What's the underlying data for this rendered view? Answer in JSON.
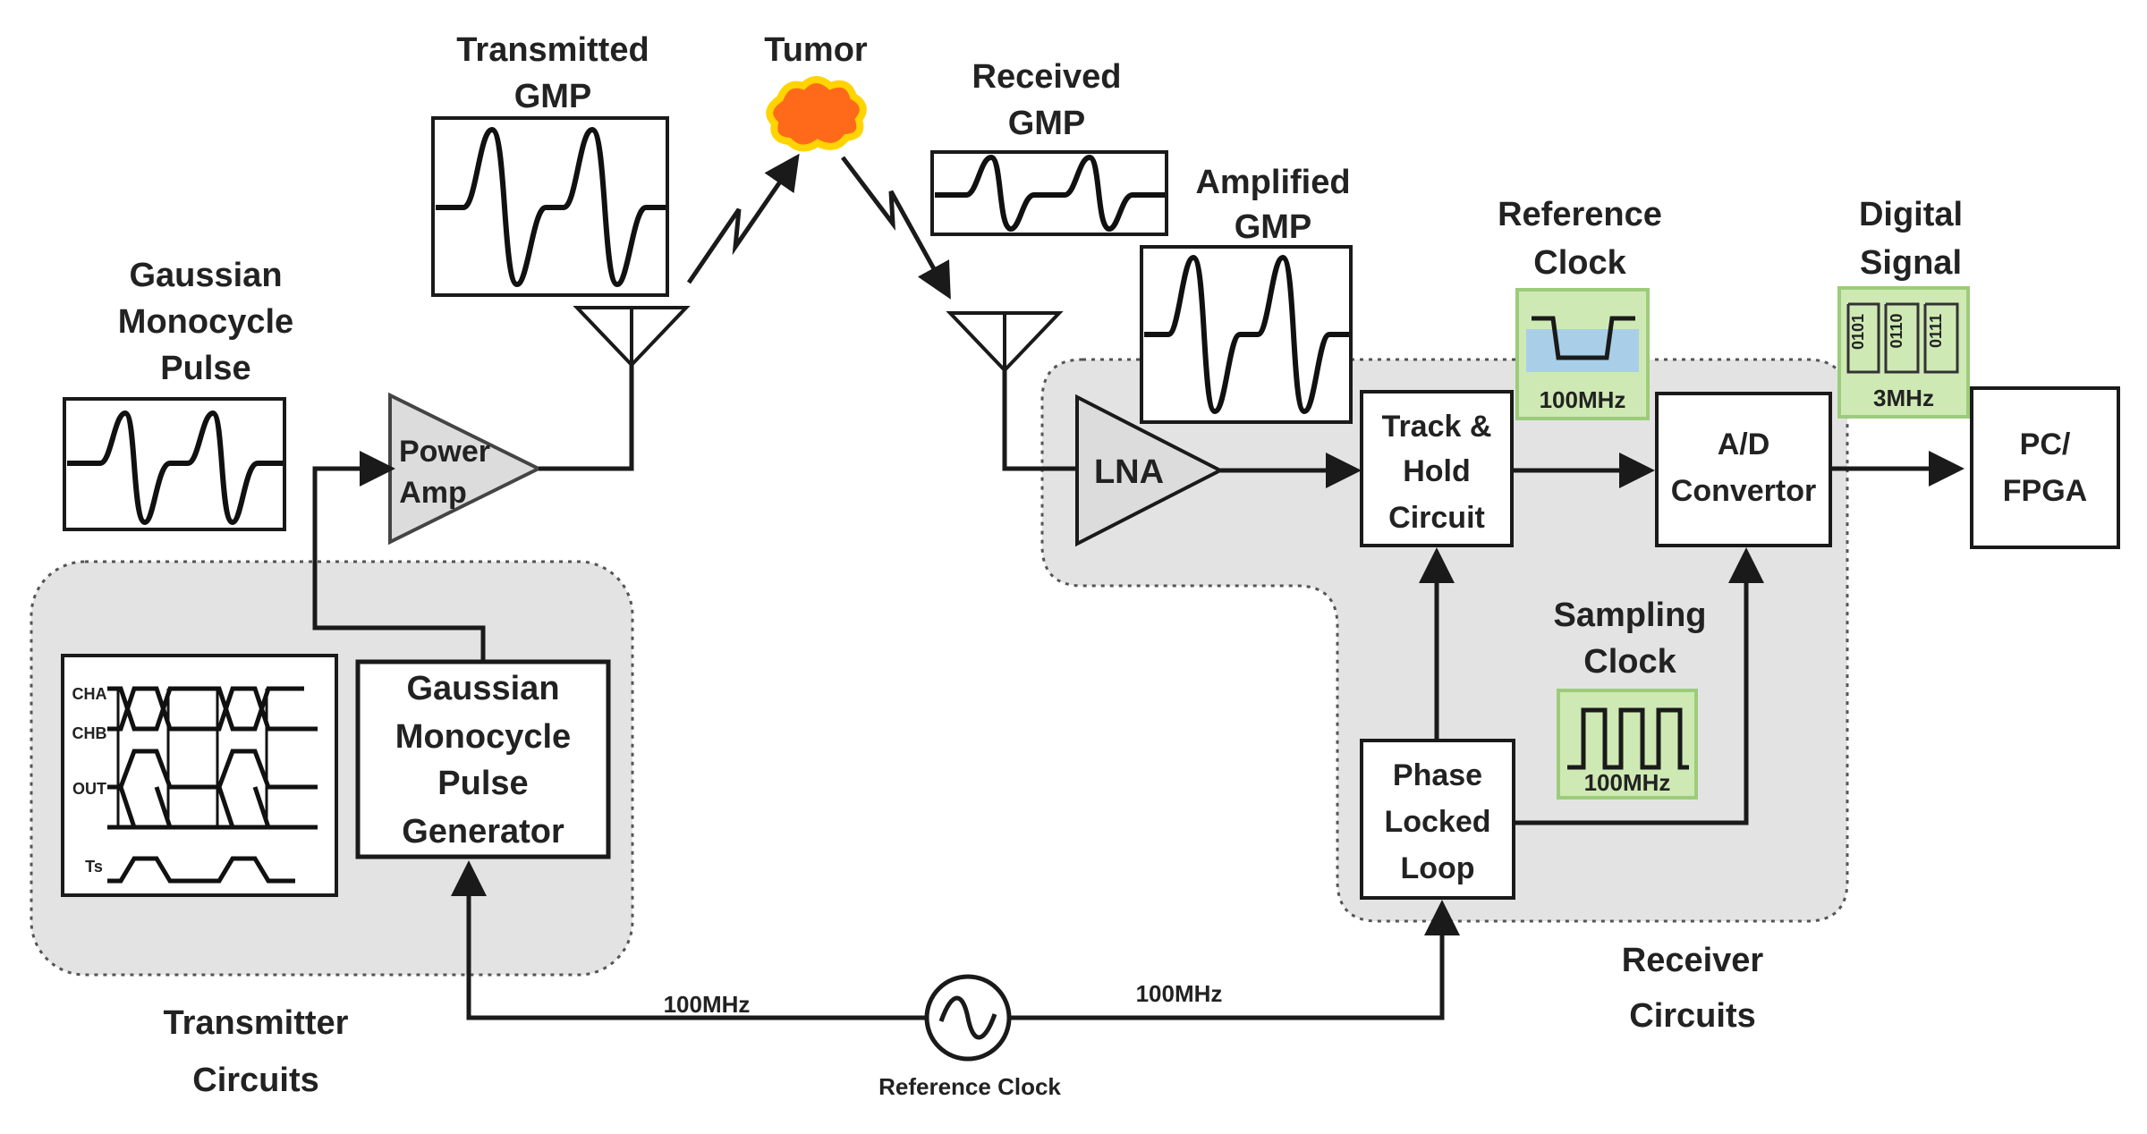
{
  "labels": {
    "gaussian_pulse": [
      "Gaussian",
      "Monocycle",
      "Pulse"
    ],
    "transmitted": [
      "Transmitted",
      "GMP"
    ],
    "tumor": "Tumor",
    "received": [
      "Received",
      "GMP"
    ],
    "amplified": [
      "Amplified",
      "GMP"
    ],
    "reference_clock_top": [
      "Reference",
      "Clock"
    ],
    "digital_signal": [
      "Digital",
      "Signal"
    ],
    "sampling_clock": [
      "Sampling",
      "Clock"
    ],
    "transmitter_circuits": [
      "Transmitter",
      "Circuits"
    ],
    "receiver_circuits": [
      "Receiver",
      "Circuits"
    ],
    "reference_clock_bottom": "Reference Clock",
    "freq_left": "100MHz",
    "freq_right": "100MHz",
    "ref_clock_freq": "100MHz",
    "sampling_clock_freq": "100MHz",
    "digital_signal_freq": "3MHz",
    "digital_bits": [
      "0101",
      "0110",
      "0111"
    ],
    "timing_tags": [
      "CHA",
      "CHB",
      "OUT",
      "Ts"
    ]
  },
  "blocks": {
    "power_amp": [
      "Power",
      "Amp"
    ],
    "lna": "LNA",
    "pulse_generator": [
      "Gaussian",
      "Monocycle",
      "Pulse",
      "Generator"
    ],
    "track_hold": [
      "Track &",
      "Hold",
      "Circuit"
    ],
    "adc": [
      "A/D",
      "Convertor"
    ],
    "pll": [
      "Phase",
      "Locked",
      "Loop"
    ],
    "pc_fpga": [
      "PC/",
      "FPGA"
    ]
  },
  "colors": {
    "group_fill": "#e3e3e3",
    "tumor_fill": "#ff6a1a",
    "tumor_glow": "#ffd400",
    "clock_panel": "#cfe9b4",
    "clock_water": "#a9cfe8"
  }
}
